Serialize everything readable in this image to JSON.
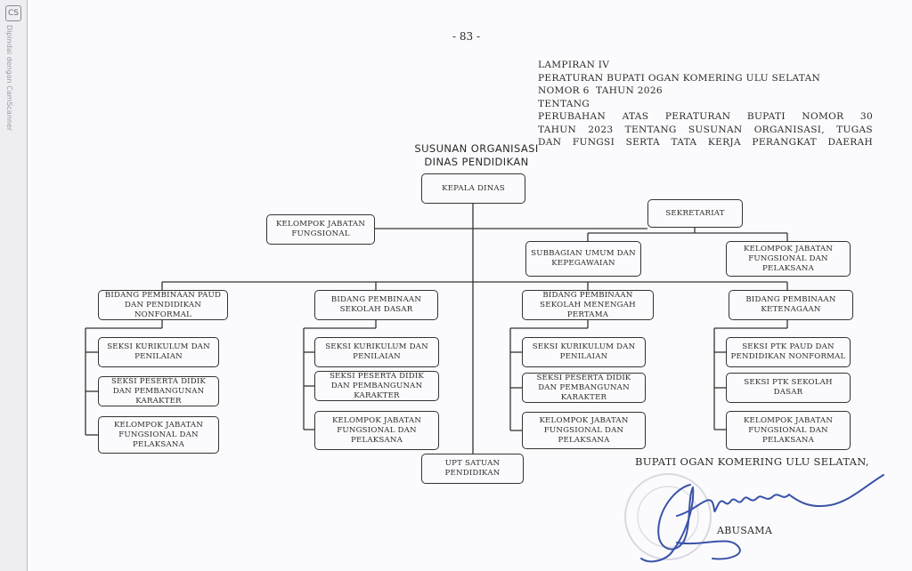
{
  "scanner": {
    "logo": "CS",
    "label": "Dipindai dengan CamScanner"
  },
  "page_number": "- 83 -",
  "header": {
    "l1": "LAMPIRAN IV",
    "l2": "PERATURAN BUPATI OGAN KOMERING ULU SELATAN",
    "l3": "NOMOR 6  TAHUN 2026",
    "l4": "TENTANG",
    "l5": "PERUBAHAN ATAS PERATURAN BUPATI NOMOR 30",
    "l6": "TAHUN 2023 TENTANG SUSUNAN ORGANISASI, TUGAS",
    "l7": "DAN FUNGSI SERTA TATA KERJA PERANGKAT DAERAH"
  },
  "title": {
    "l1": "SUSUNAN ORGANISASI",
    "l2": "DINAS PENDIDIKAN"
  },
  "org": {
    "kepala": "KEPALA DINAS",
    "kelompok_top": "KELOMPOK JABATAN FUNGSIONAL",
    "sekretariat": "SEKRETARIAT",
    "subbagian": "SUBBAGIAN UMUM DAN KEPEGAWAIAN",
    "kelompok_sek": "KELOMPOK JABATAN FUNGSIONAL DAN PELAKSANA",
    "bidang1": "BIDANG PEMBINAAN PAUD DAN PENDIDIKAN NONFORMAL",
    "bidang2": "BIDANG PEMBINAAN SEKOLAH DASAR",
    "bidang3": "BIDANG PEMBINAAN SEKOLAH MENENGAH PERTAMA",
    "bidang4": "BIDANG PEMBINAAN KETENAGAAN",
    "b1_s1": "SEKSI KURIKULUM DAN PENILAIAN",
    "b1_s2": "SEKSI PESERTA DIDIK DAN PEMBANGUNAN KARAKTER",
    "b1_s3": "KELOMPOK JABATAN FUNGSIONAL DAN PELAKSANA",
    "b2_s1": "SEKSI KURIKULUM DAN PENILAIAN",
    "b2_s2": "SEKSI PESERTA DIDIK DAN PEMBANGUNAN KARAKTER",
    "b2_s3": "KELOMPOK JABATAN FUNGSIONAL DAN PELAKSANA",
    "b3_s1": "SEKSI KURIKULUM DAN PENILAIAN",
    "b3_s2": "SEKSI PESERTA DIDIK DAN PEMBANGUNAN KARAKTER",
    "b3_s3": "KELOMPOK JABATAN FUNGSIONAL DAN PELAKSANA",
    "b4_s1": "SEKSI PTK PAUD DAN PENDIDIKAN NONFORMAL",
    "b4_s2": "SEKSI PTK SEKOLAH DASAR",
    "b4_s3": "KELOMPOK JABATAN FUNGSIONAL DAN PELAKSANA",
    "upt": "UPT SATUAN PENDIDIKAN"
  },
  "signature": {
    "title": "BUPATI OGAN KOMERING ULU SELATAN,",
    "name": "ABUSAMA"
  }
}
